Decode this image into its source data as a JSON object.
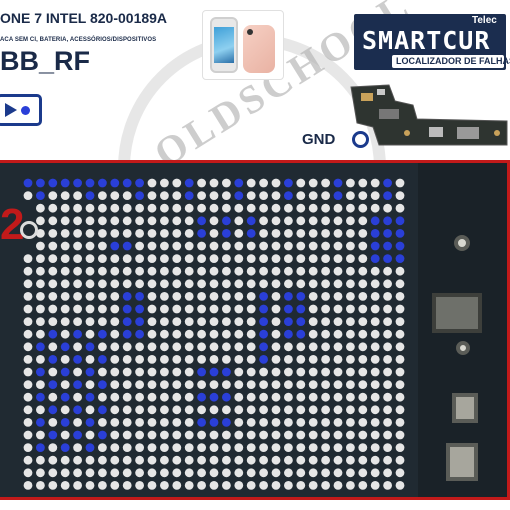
{
  "header": {
    "model": "ONE 7 INTEL 820-00189A",
    "description": "ACA SEM CI, BATERIA, ACESSÓRIOS/DISPOSITIVOS",
    "rail_name": "BB_RF",
    "gnd_label": "GND",
    "watermark": "OLDSCHOOL"
  },
  "brand": {
    "prefix": "Telec",
    "name": "SMARTCUR",
    "tagline": "LOCALIZADOR DE FALHAS"
  },
  "board": {
    "marker_label": "2",
    "highlight_color": "#2a3fd8",
    "pad_color": "#e6e6e6",
    "frame_color": "#c21a1a"
  },
  "icons": [
    "arrow-right-icon",
    "pad-dot-icon",
    "gnd-ring-icon",
    "phone-image"
  ]
}
